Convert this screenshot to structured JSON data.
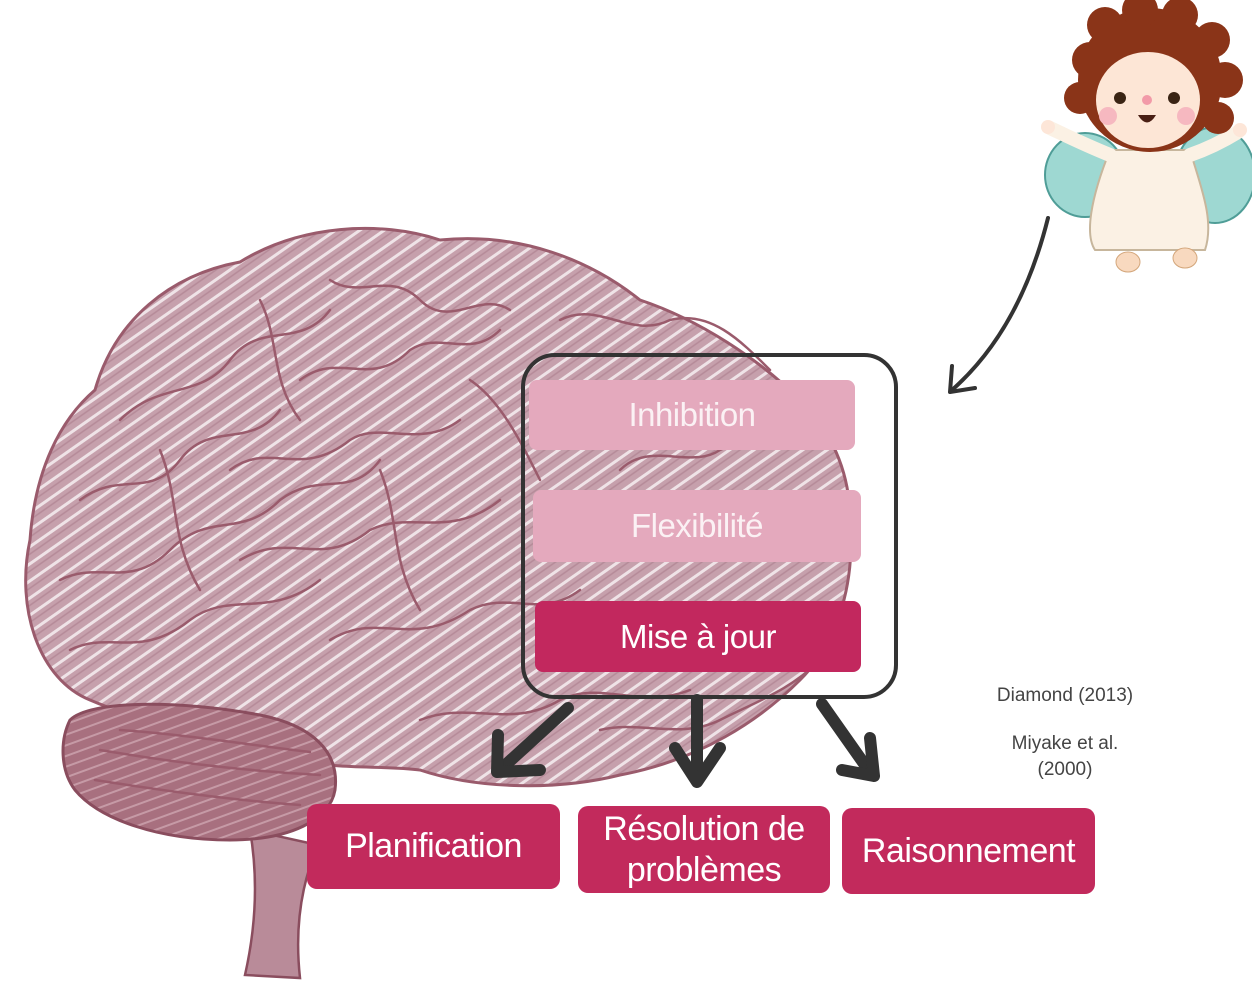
{
  "functions": {
    "inhibition": "Inhibition",
    "flexibility": "Flexibilité",
    "updating": "Mise à jour"
  },
  "outcomes": {
    "planning": "Planification",
    "problem_solving_line1": "Résolution de",
    "problem_solving_line2": "problèmes",
    "reasoning": "Raisonnement"
  },
  "citations": {
    "diamond": "Diamond (2013)",
    "miyake_line1": "Miyake et al.",
    "miyake_line2": "(2000)"
  },
  "colors": {
    "brain_fill": "#c9a0ad",
    "brain_outline": "#a05a6c",
    "light_box": "#e4a9bd",
    "dark_box": "#c2285e",
    "arrow": "#333333"
  }
}
